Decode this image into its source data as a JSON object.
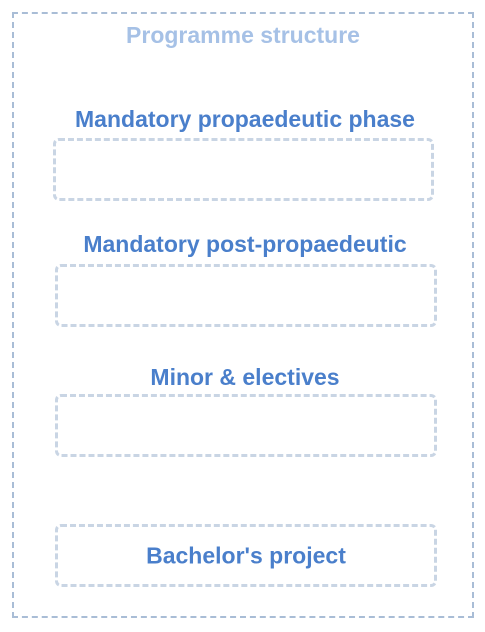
{
  "title": "Programme structure",
  "sections": [
    {
      "heading": "Mandatory propaedeutic phase"
    },
    {
      "heading": "Mandatory post-propaedeutic"
    },
    {
      "heading": "Minor & electives"
    },
    {
      "label": "Bachelor's project"
    }
  ],
  "colors": {
    "title": "#a6c1e6",
    "heading": "#4a7fcb",
    "outer_border": "#a9bdd6",
    "slot_border": "#c9d5e4"
  }
}
